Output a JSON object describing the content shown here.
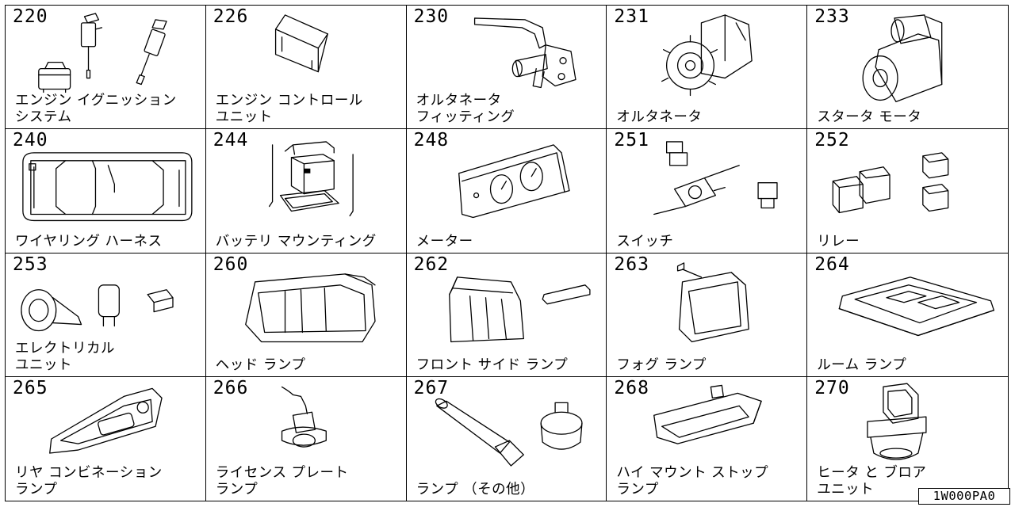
{
  "catalog_code": "1W000PA0",
  "cells": [
    {
      "number": "220",
      "label": "エンジン イグニッション\nシステム",
      "icon": "ignition-system-icon"
    },
    {
      "number": "226",
      "label": "エンジン コントロール\nユニット",
      "icon": "engine-control-unit-icon"
    },
    {
      "number": "230",
      "label": "オルタネータ\nフィッティング",
      "icon": "alternator-bracket-icon"
    },
    {
      "number": "231",
      "label": "オルタネータ",
      "icon": "alternator-icon"
    },
    {
      "number": "233",
      "label": "スタータ モータ",
      "icon": "starter-motor-icon"
    },
    {
      "number": "240",
      "label": "ワイヤリング ハーネス",
      "icon": "wiring-harness-car-icon"
    },
    {
      "number": "244",
      "label": "バッテリ マウンティング",
      "icon": "battery-mount-icon"
    },
    {
      "number": "248",
      "label": "メーター",
      "icon": "meter-cluster-icon"
    },
    {
      "number": "251",
      "label": "スイッチ",
      "icon": "switch-icon"
    },
    {
      "number": "252",
      "label": "リレー",
      "icon": "relay-icon"
    },
    {
      "number": "253",
      "label": "エレクトリカル\nユニット",
      "icon": "electrical-unit-icon"
    },
    {
      "number": "260",
      "label": "ヘッド ランプ",
      "icon": "headlamp-icon"
    },
    {
      "number": "262",
      "label": "フロント サイド ランプ",
      "icon": "front-side-lamp-icon"
    },
    {
      "number": "263",
      "label": "フォグ ランプ",
      "icon": "fog-lamp-icon"
    },
    {
      "number": "264",
      "label": "ルーム ランプ",
      "icon": "room-lamp-icon"
    },
    {
      "number": "265",
      "label": "リヤ コンビネーション\nランプ",
      "icon": "rear-combination-lamp-icon"
    },
    {
      "number": "266",
      "label": "ライセンス プレート\nランプ",
      "icon": "license-plate-lamp-icon"
    },
    {
      "number": "267",
      "label": "ランプ （その他）",
      "icon": "lamp-other-icon"
    },
    {
      "number": "268",
      "label": "ハイ マウント ストップ\nランプ",
      "icon": "high-mount-stop-lamp-icon"
    },
    {
      "number": "270",
      "label": "ヒータ と ブロア\nユニット",
      "icon": "heater-blower-unit-icon"
    }
  ]
}
